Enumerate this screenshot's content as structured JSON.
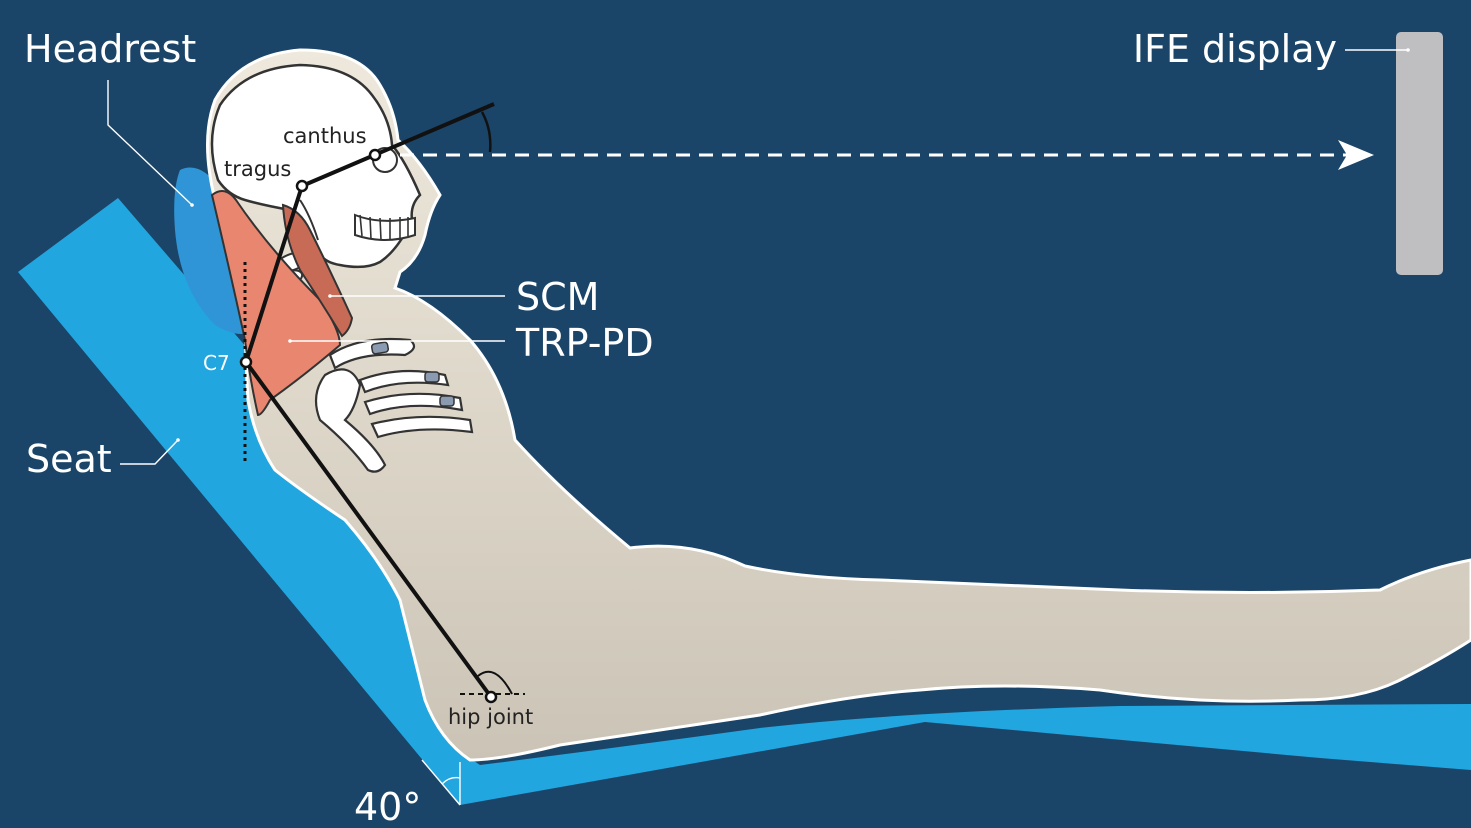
{
  "labels": {
    "headrest": "Headrest",
    "ife_display": "IFE display",
    "seat": "Seat",
    "scm": "SCM",
    "trp_pd": "TRP-PD",
    "c7": "C7",
    "canthus": "canthus",
    "tragus": "tragus",
    "hip_joint": "hip joint",
    "angle": "40°"
  },
  "colors": {
    "background": "#1b4568",
    "seat": "#22a6e0",
    "headrest": "#2f95d6",
    "body": "#ded8cb",
    "muscle_trp": "#e9866f",
    "muscle_scm": "#c86b56",
    "display": "#bfbfc2"
  }
}
